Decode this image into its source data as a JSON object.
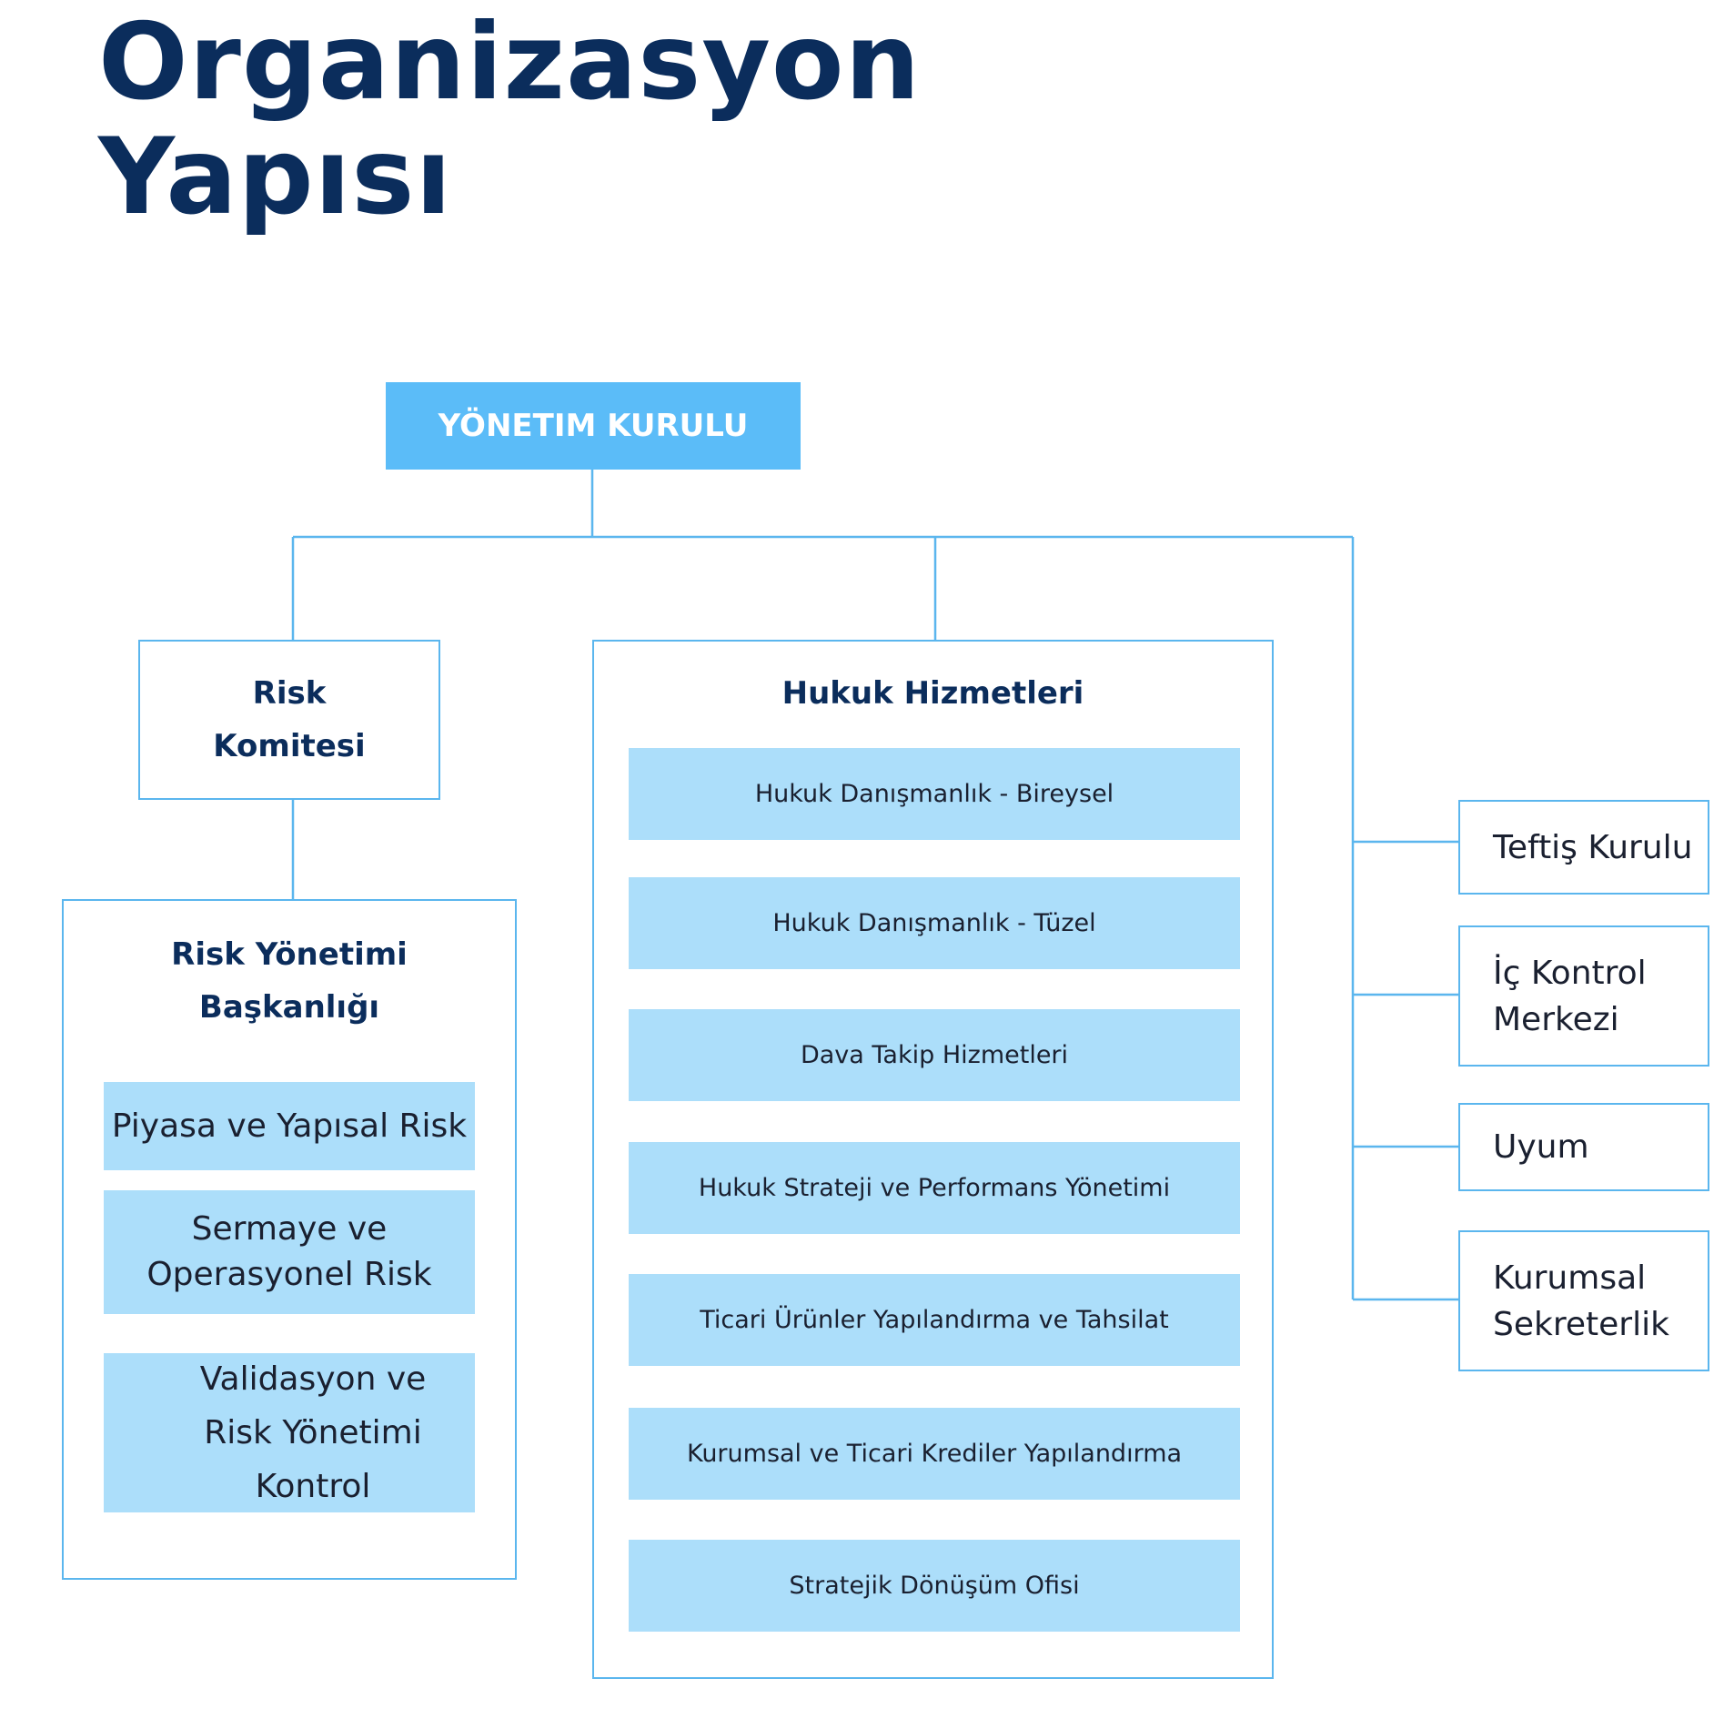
{
  "title": {
    "line1": "Organizasyon",
    "line2": "Yapısı"
  },
  "colors": {
    "line": "#5bb6ee",
    "root_fill": "#5bbcf8",
    "sub_fill": "#acdefa",
    "title": "#0b2d5c"
  },
  "root": {
    "label": "YÖNETIM KURULU"
  },
  "risk_komitesi": {
    "line1": "Risk",
    "line2": "Komitesi"
  },
  "risk_yonetimi": {
    "line1": "Risk Yönetimi",
    "line2": "Başkanlığı",
    "units": [
      {
        "line1": "Piyasa ve Yapısal Risk"
      },
      {
        "line1": "Sermaye ve",
        "line2": "Operasyonel Risk"
      },
      {
        "line1": "Validasyon ve",
        "line2": "Risk Yönetimi",
        "line3": "Kontrol"
      }
    ]
  },
  "hukuk": {
    "title": "Hukuk Hizmetleri",
    "units": [
      "Hukuk Danışmanlık - Bireysel",
      "Hukuk Danışmanlık - Tüzel",
      "Dava Takip Hizmetleri",
      "Hukuk Strateji ve Performans Yönetimi",
      "Ticari Ürünler Yapılandırma ve Tahsilat",
      "Kurumsal ve Ticari Krediler Yapılandırma",
      "Stratejik Dönüşüm Ofisi"
    ]
  },
  "side_units": [
    {
      "line1": "Teftiş Kurulu"
    },
    {
      "line1": "İç Kontrol",
      "line2": "Merkezi"
    },
    {
      "line1": "Uyum"
    },
    {
      "line1": "Kurumsal",
      "line2": "Sekreterlik"
    }
  ]
}
